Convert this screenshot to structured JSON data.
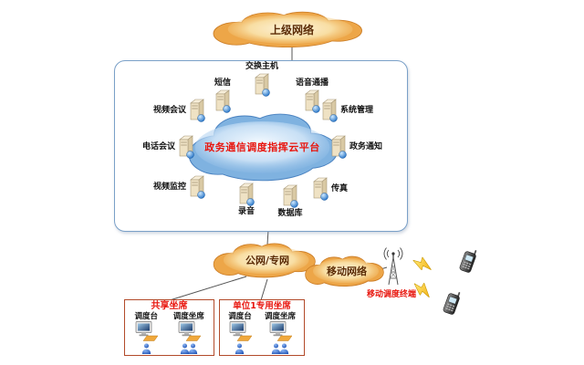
{
  "clouds": {
    "upper_network": "上级网络",
    "platform": "政务通信调度指挥云平台",
    "public_private": "公网/专网",
    "mobile": "移动网络"
  },
  "servers": [
    {
      "label": "交换主机"
    },
    {
      "label": "短信"
    },
    {
      "label": "语音通播"
    },
    {
      "label": "视频会议"
    },
    {
      "label": "系统管理"
    },
    {
      "label": "电话会议"
    },
    {
      "label": "政务通知"
    },
    {
      "label": "视频监控"
    },
    {
      "label": "传真"
    },
    {
      "label": "录音"
    },
    {
      "label": "数据库"
    }
  ],
  "mobile_section": {
    "terminal_label": "移动调度终端"
  },
  "seat_groups": [
    {
      "title": "共享坐席",
      "consoles": [
        {
          "label": "调度台"
        },
        {
          "label": "调度坐席"
        }
      ]
    },
    {
      "title": "单位1专用坐席",
      "consoles": [
        {
          "label": "调度台"
        },
        {
          "label": "调度坐席"
        }
      ]
    }
  ],
  "colors": {
    "orange_cloud": "#eda648",
    "orange_cloud_edge": "#cd7f28",
    "blue_cloud": "#7fb2e0",
    "blue_cloud_edge": "#4a82c0",
    "red_text": "#e8150d",
    "platform_box_border": "#7aa0c8",
    "seat_box_border": "#b24a2a"
  }
}
